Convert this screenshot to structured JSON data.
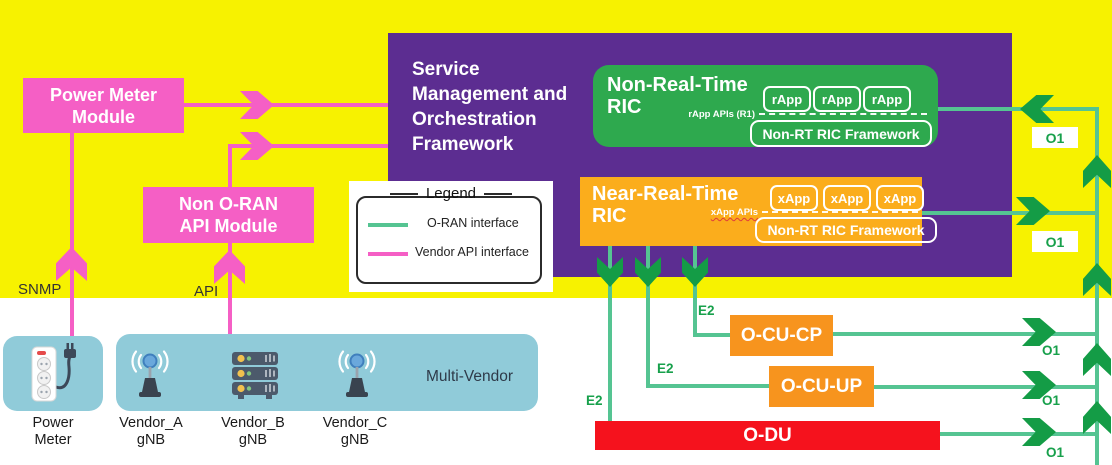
{
  "modules": {
    "power_meter_module": {
      "lines": [
        "Power Meter",
        "Module"
      ]
    },
    "non_oran_api_module": {
      "lines": [
        "Non O-RAN",
        "API Module"
      ]
    },
    "smo": {
      "lines": [
        "Service",
        "Management and",
        "Orchestration",
        "Framework"
      ]
    },
    "non_rt_ric": {
      "title_lines": [
        "Non-Real-Time",
        "RIC"
      ],
      "apps": [
        "rApp",
        "rApp",
        "rApp"
      ],
      "apis_label": "rApp APIs (R1)",
      "framework_label": "Non-RT RIC Framework"
    },
    "near_rt_ric": {
      "title_lines": [
        "Near-Real-Time",
        "RIC"
      ],
      "apps": [
        "xApp",
        "xApp",
        "xApp"
      ],
      "apis_label": "xApp APIs",
      "framework_label": "Non-RT RIC Framework"
    },
    "o_cu_cp": {
      "label": "O-CU-CP"
    },
    "o_cu_up": {
      "label": "O-CU-UP"
    },
    "o_du": {
      "label": "O-DU"
    }
  },
  "legend": {
    "title": "Legend",
    "items": [
      {
        "label": "O-RAN interface",
        "color": "#55C492"
      },
      {
        "label": "Vendor API interface",
        "color": "#F55FC5"
      }
    ]
  },
  "labels": {
    "snmp": "SNMP",
    "api": "API",
    "multi_vendor": "Multi-Vendor",
    "e2": [
      "E2",
      "E2",
      "E2"
    ],
    "o1": [
      "O1",
      "O1",
      "O1",
      "O1",
      "O1"
    ]
  },
  "devices": {
    "power_meter": {
      "lines": [
        "Power",
        "Meter"
      ],
      "icon": "power-strip-icon"
    },
    "vendors": [
      {
        "lines": [
          "Vendor_A",
          "gNB"
        ],
        "icon": "antenna-icon"
      },
      {
        "lines": [
          "Vendor_B",
          "gNB"
        ],
        "icon": "server-icon"
      },
      {
        "lines": [
          "Vendor_C",
          "gNB"
        ],
        "icon": "antenna-icon"
      }
    ]
  },
  "colors": {
    "background_band": "#F7F200",
    "smo_purple": "#5C2D91",
    "non_rt_green": "#2EA94E",
    "near_rt_amber": "#FBAD1C",
    "o_cu_orange": "#F7941E",
    "o_du_red": "#F5121D",
    "oran_line": "#55C492",
    "oran_arrow": "#149C46",
    "vendor_api_pink": "#F55FC5",
    "interface_text_green": "#17A04B",
    "device_blue": "#90CBD9"
  }
}
